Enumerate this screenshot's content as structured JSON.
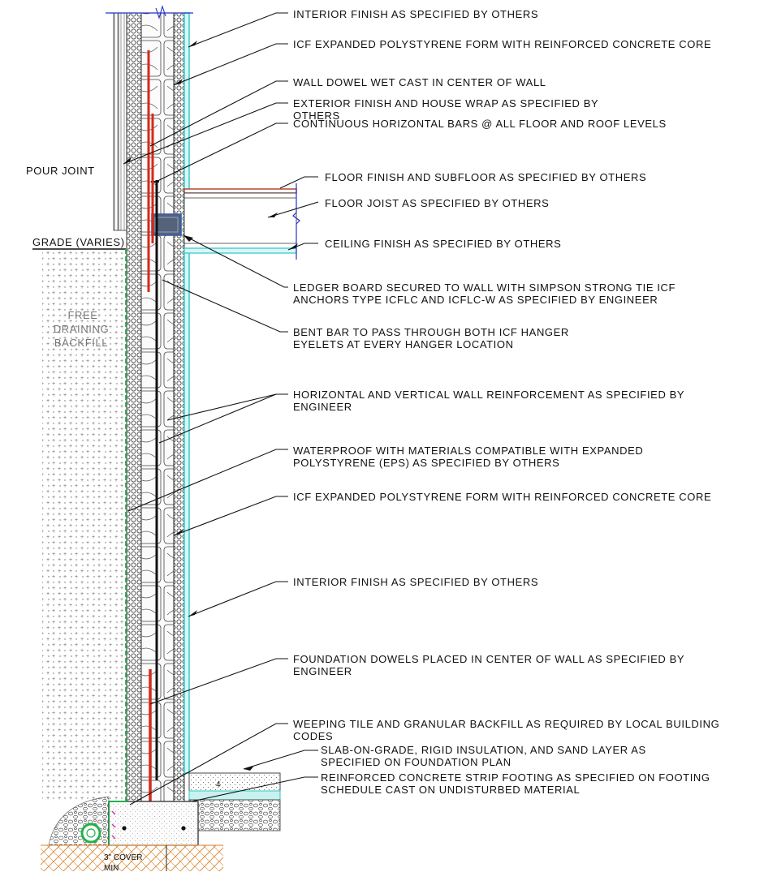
{
  "callouts": [
    {
      "id": "interior-finish-top",
      "lines": [
        "INTERIOR FINISH AS SPECIFIED BY OTHERS"
      ]
    },
    {
      "id": "icf-form-top",
      "lines": [
        "ICF EXPANDED POLYSTYRENE FORM WITH REINFORCED CONCRETE CORE"
      ]
    },
    {
      "id": "wall-dowel",
      "lines": [
        "WALL DOWEL WET CAST IN CENTER OF WALL"
      ]
    },
    {
      "id": "exterior-finish",
      "lines": [
        "EXTERIOR FINISH AND HOUSE WRAP AS SPECIFIED BY",
        "OTHERS"
      ]
    },
    {
      "id": "horizontal-bars",
      "lines": [
        "CONTINUOUS HORIZONTAL BARS @ ALL FLOOR AND ROOF LEVELS"
      ]
    },
    {
      "id": "floor-finish",
      "lines": [
        "FLOOR FINISH AND SUBFLOOR AS SPECIFIED BY OTHERS"
      ]
    },
    {
      "id": "floor-joist",
      "lines": [
        "FLOOR JOIST AS SPECIFIED BY OTHERS"
      ]
    },
    {
      "id": "ceiling-finish",
      "lines": [
        "CEILING FINISH AS SPECIFIED BY OTHERS"
      ]
    },
    {
      "id": "ledger-board",
      "lines": [
        "LEDGER BOARD SECURED TO WALL WITH SIMPSON STRONG TIE ICF",
        "ANCHORS TYPE ICFLC AND ICFLC-W AS SPECIFIED BY ENGINEER"
      ]
    },
    {
      "id": "bent-bar",
      "lines": [
        "BENT BAR TO PASS THROUGH BOTH ICF HANGER",
        "EYELETS AT EVERY HANGER LOCATION"
      ]
    },
    {
      "id": "wall-reinforcement",
      "lines": [
        "HORIZONTAL AND VERTICAL WALL REINFORCEMENT AS SPECIFIED BY",
        "ENGINEER"
      ]
    },
    {
      "id": "waterproof",
      "lines": [
        "WATERPROOF WITH MATERIALS COMPATIBLE WITH EXPANDED",
        "POLYSTYRENE (EPS) AS SPECIFIED BY OTHERS"
      ]
    },
    {
      "id": "icf-form-bottom",
      "lines": [
        "ICF EXPANDED POLYSTYRENE FORM WITH REINFORCED CONCRETE CORE"
      ]
    },
    {
      "id": "interior-finish-bottom",
      "lines": [
        "INTERIOR FINISH AS SPECIFIED BY OTHERS"
      ]
    },
    {
      "id": "foundation-dowels",
      "lines": [
        "FOUNDATION DOWELS PLACED IN CENTER OF WALL AS SPECIFIED BY",
        "ENGINEER"
      ]
    },
    {
      "id": "weeping-tile",
      "lines": [
        "WEEPING TILE AND GRANULAR BACKFILL AS REQUIRED BY LOCAL BUILDING",
        "CODES"
      ]
    },
    {
      "id": "slab-on-grade",
      "lines": [
        "SLAB-ON-GRADE, RIGID INSULATION, AND SAND LAYER AS",
        "SPECIFIED ON FOUNDATION PLAN"
      ]
    },
    {
      "id": "strip-footing",
      "lines": [
        "REINFORCED CONCRETE STRIP FOOTING AS SPECIFIED ON FOOTING",
        "SCHEDULE CAST ON UNDISTURBED MATERIAL"
      ]
    }
  ],
  "labels": {
    "pour_joint": "POUR JOINT",
    "grade": "GRADE (VARIES)",
    "backfill": [
      "FREE",
      "DRAINING",
      "BACKFILL"
    ],
    "cover": [
      "3\" COVER",
      "MIN"
    ]
  },
  "colors": {
    "line": "#111111",
    "rebar_red": "#d62a1a",
    "insulation_cyan": "#2fc6c6",
    "waterproof_green": "#22b14c",
    "soil_orange": "#d9822b",
    "ledger_blue": "#3b5aa8",
    "joist_blue": "#2233cc",
    "wrap_magenta": "#cc33aa"
  }
}
